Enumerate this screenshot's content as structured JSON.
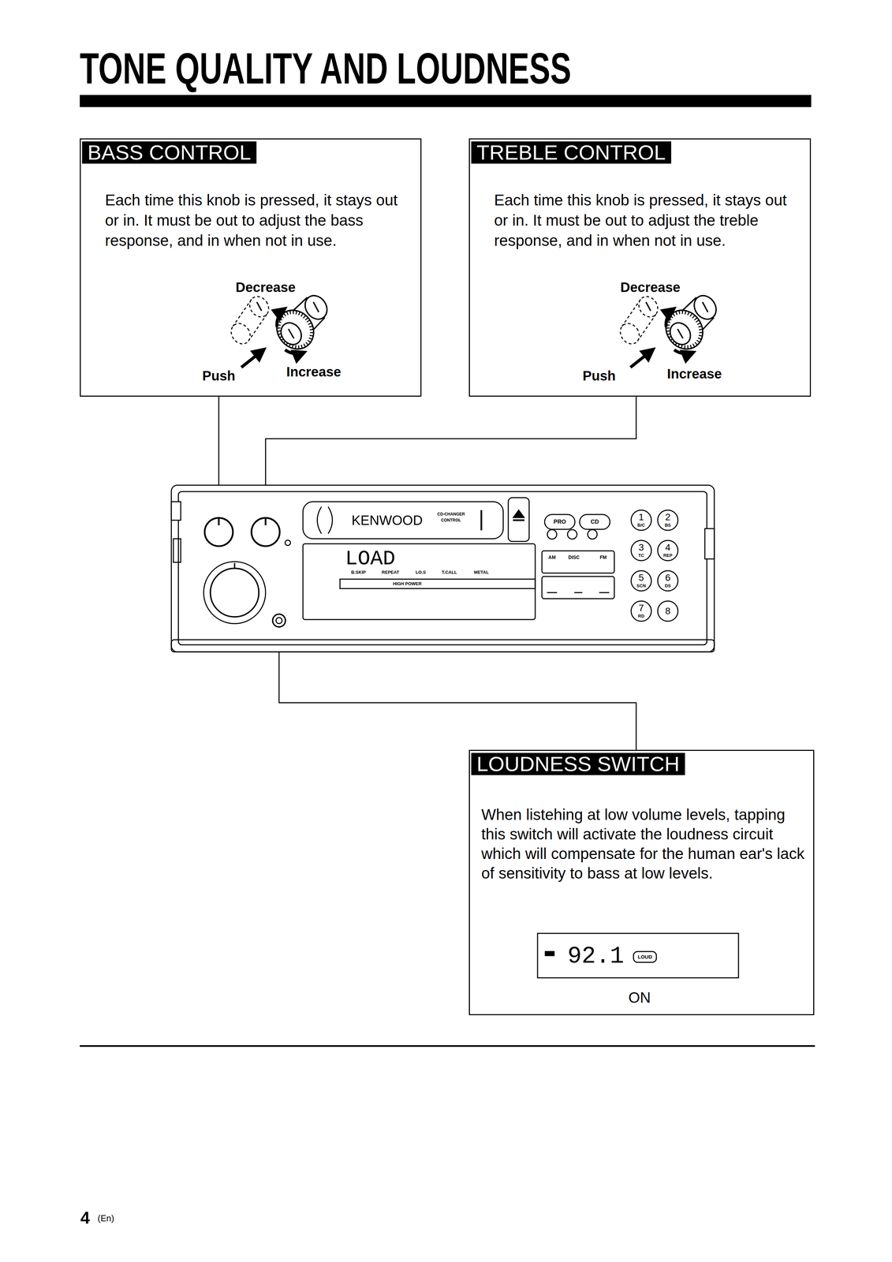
{
  "diagram": {
    "title": "TONE QUALITY AND LOUDNESS",
    "nodes": [
      {
        "text": [
          "BASS CONTROL",
          "Each time this knob is pressed, it stays out or in. It must be out to adjust the bass response, and in when not in use."
        ]
      },
      {
        "text": [
          "TREBLE CONTROL",
          "Each time this knob is pressed, it stays out or in. It must be out to adjust the treble response, and in when not in use."
        ]
      },
      {
        "text": [
          "LOUDNESS SWITCH",
          "When listehing at low volume levels, tapping this switch will activate the loudness circuit which will compensate for the human ear's lack of sensitivity to bass at low levels."
        ]
      }
    ],
    "labels": [
      "Decrease",
      "Push",
      "Increase",
      "Decrease",
      "Push",
      "Increase",
      "KENWOOD",
      "CD-CHANGER",
      "CONTROL",
      "LOAD",
      "PRO",
      "CD",
      "1",
      "B/C",
      "2",
      "BS",
      "3",
      "TC",
      "4",
      "REP",
      "5",
      "SCN",
      "6",
      "DS",
      "7",
      "RD",
      "8",
      "AM",
      "DISC",
      "FM",
      "B.SKIP",
      "REPEAT",
      "LO.S",
      "T.CALL",
      "METAL",
      "HIGH POWER",
      "92.1",
      "LOUD",
      "ON",
      "4",
      "(En)"
    ]
  }
}
